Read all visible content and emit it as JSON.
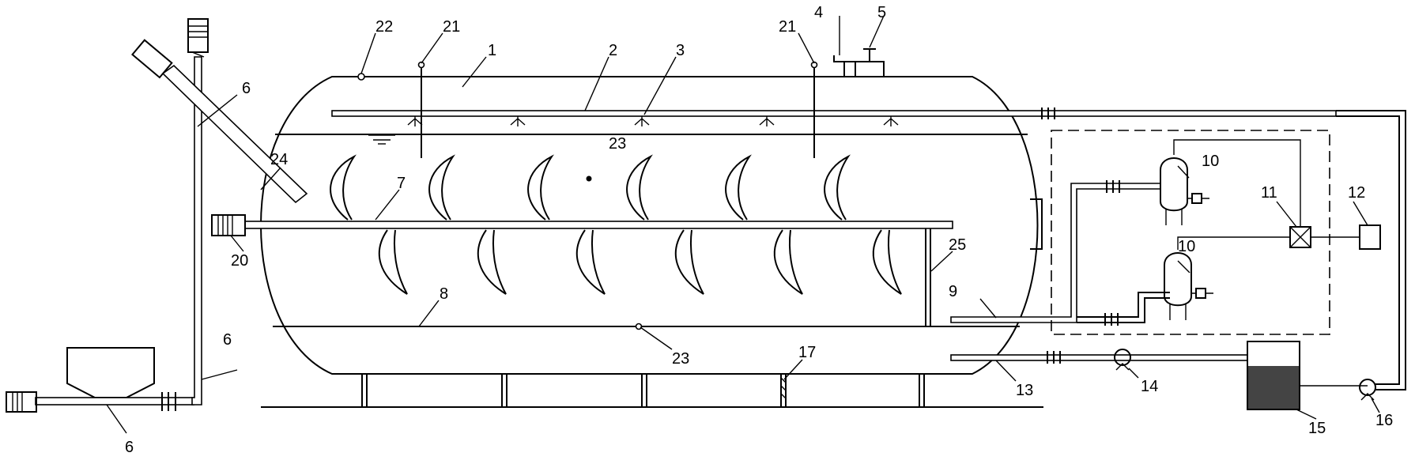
{
  "labels": {
    "l1": "1",
    "l2": "2",
    "l3": "3",
    "l4": "4",
    "l5": "5",
    "l6a": "6",
    "l6b": "6",
    "l6c": "6",
    "l7": "7",
    "l8": "8",
    "l9": "9",
    "l10a": "10",
    "l10b": "10",
    "l11": "11",
    "l12": "12",
    "l13": "13",
    "l14": "14",
    "l15": "15",
    "l16": "16",
    "l17": "17",
    "l20": "20",
    "l21a": "21",
    "l21b": "21",
    "l22": "22",
    "l23a": "23",
    "l23b": "23",
    "l24": "24",
    "l25": "25"
  }
}
